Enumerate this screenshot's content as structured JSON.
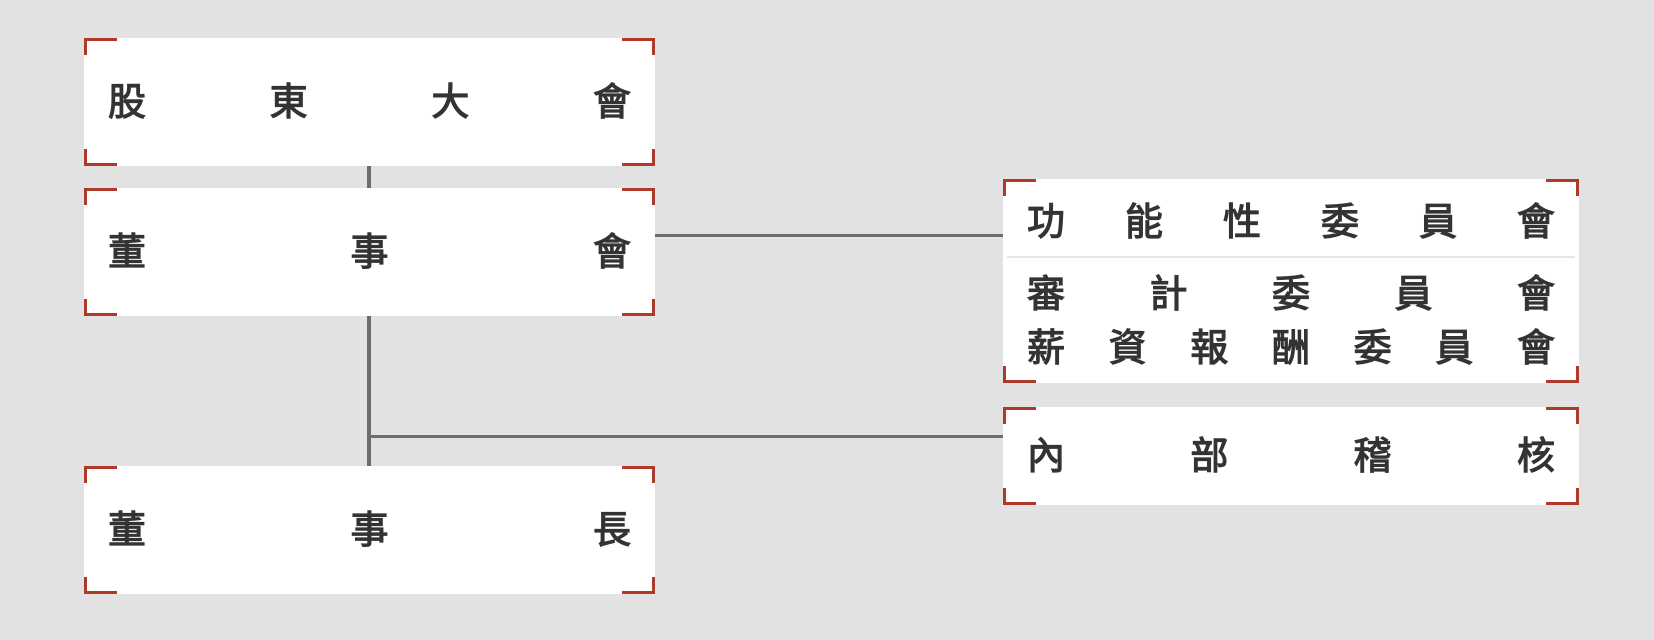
{
  "colors": {
    "background": "#e2e2e2",
    "box": "#ffffff",
    "bracket": "#b03a2a",
    "connector": "#6d6d6d",
    "text": "#333333"
  },
  "nodes": {
    "shareholders": {
      "chars": [
        "股",
        "東",
        "大",
        "會"
      ]
    },
    "board": {
      "chars": [
        "董",
        "事",
        "會"
      ]
    },
    "chairman": {
      "chars": [
        "董",
        "事",
        "長"
      ]
    },
    "functional_committees": {
      "chars": [
        "功",
        "能",
        "性",
        "委",
        "員",
        "會"
      ]
    },
    "audit_committee": {
      "chars": [
        "審",
        "計",
        "委",
        "員",
        "會"
      ]
    },
    "compensation_committee": {
      "chars": [
        "薪",
        "資",
        "報",
        "酬",
        "委",
        "員",
        "會"
      ]
    },
    "internal_audit": {
      "chars": [
        "內",
        "部",
        "稽",
        "核"
      ]
    }
  }
}
